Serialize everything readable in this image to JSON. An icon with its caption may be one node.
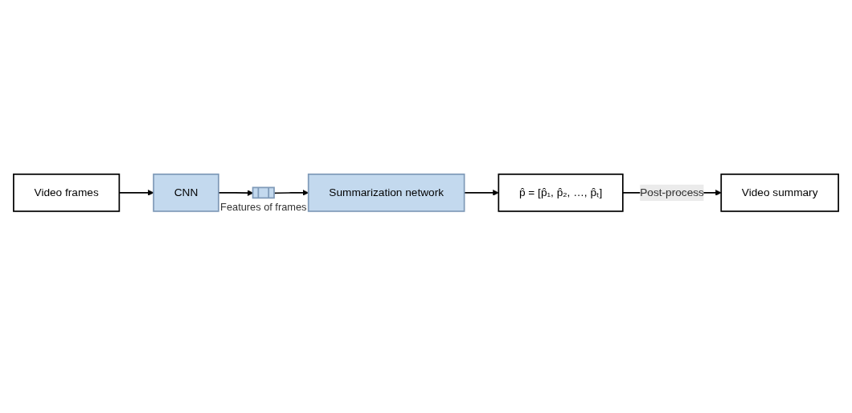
{
  "diagram": {
    "nodes": [
      {
        "text": [
          "Video frames"
        ]
      },
      {
        "text": [
          "CNN"
        ]
      },
      {
        "text": [],
        "shape": "bar",
        "beside": [
          "Features of frames"
        ]
      },
      {
        "text": [
          "Summarization network"
        ]
      },
      {
        "text": [
          "p̂ = [p̂₁, p̂₂, …, p̂ₜ]"
        ]
      },
      {
        "text": [
          "Video summary"
        ]
      }
    ],
    "edges": [
      {
        "from": 0,
        "to": 1,
        "arrow": "to"
      },
      {
        "from": 1,
        "to": 2,
        "arrow": "to"
      },
      {
        "from": 2,
        "to": 3,
        "arrow": "to"
      },
      {
        "from": 3,
        "to": 4,
        "arrow": "to"
      },
      {
        "from": 4,
        "to": 5,
        "arrow": "to",
        "label": "Post-process"
      }
    ]
  }
}
